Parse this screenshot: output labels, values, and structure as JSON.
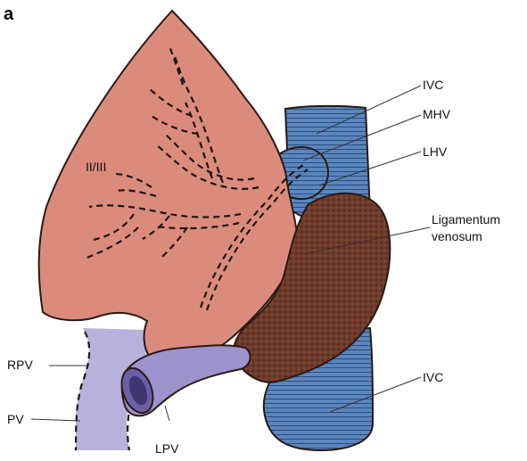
{
  "panel_label": "a",
  "labels": {
    "segment": "II/III",
    "ivc_top": "IVC",
    "mhv": "MHV",
    "lhv": "LHV",
    "ligamentum_line1": "Ligamentum",
    "ligamentum_line2": "venosum",
    "rpv": "RPV",
    "ivc_bottom": "IVC",
    "pv": "PV",
    "lpv": "LPV"
  },
  "colors": {
    "liver": "#db8b7c",
    "ivc": "#5b86bf",
    "portal_vein": "#b7b1dc",
    "lpv": "#9d93cc",
    "ligamentum": "#6f3c2b"
  }
}
